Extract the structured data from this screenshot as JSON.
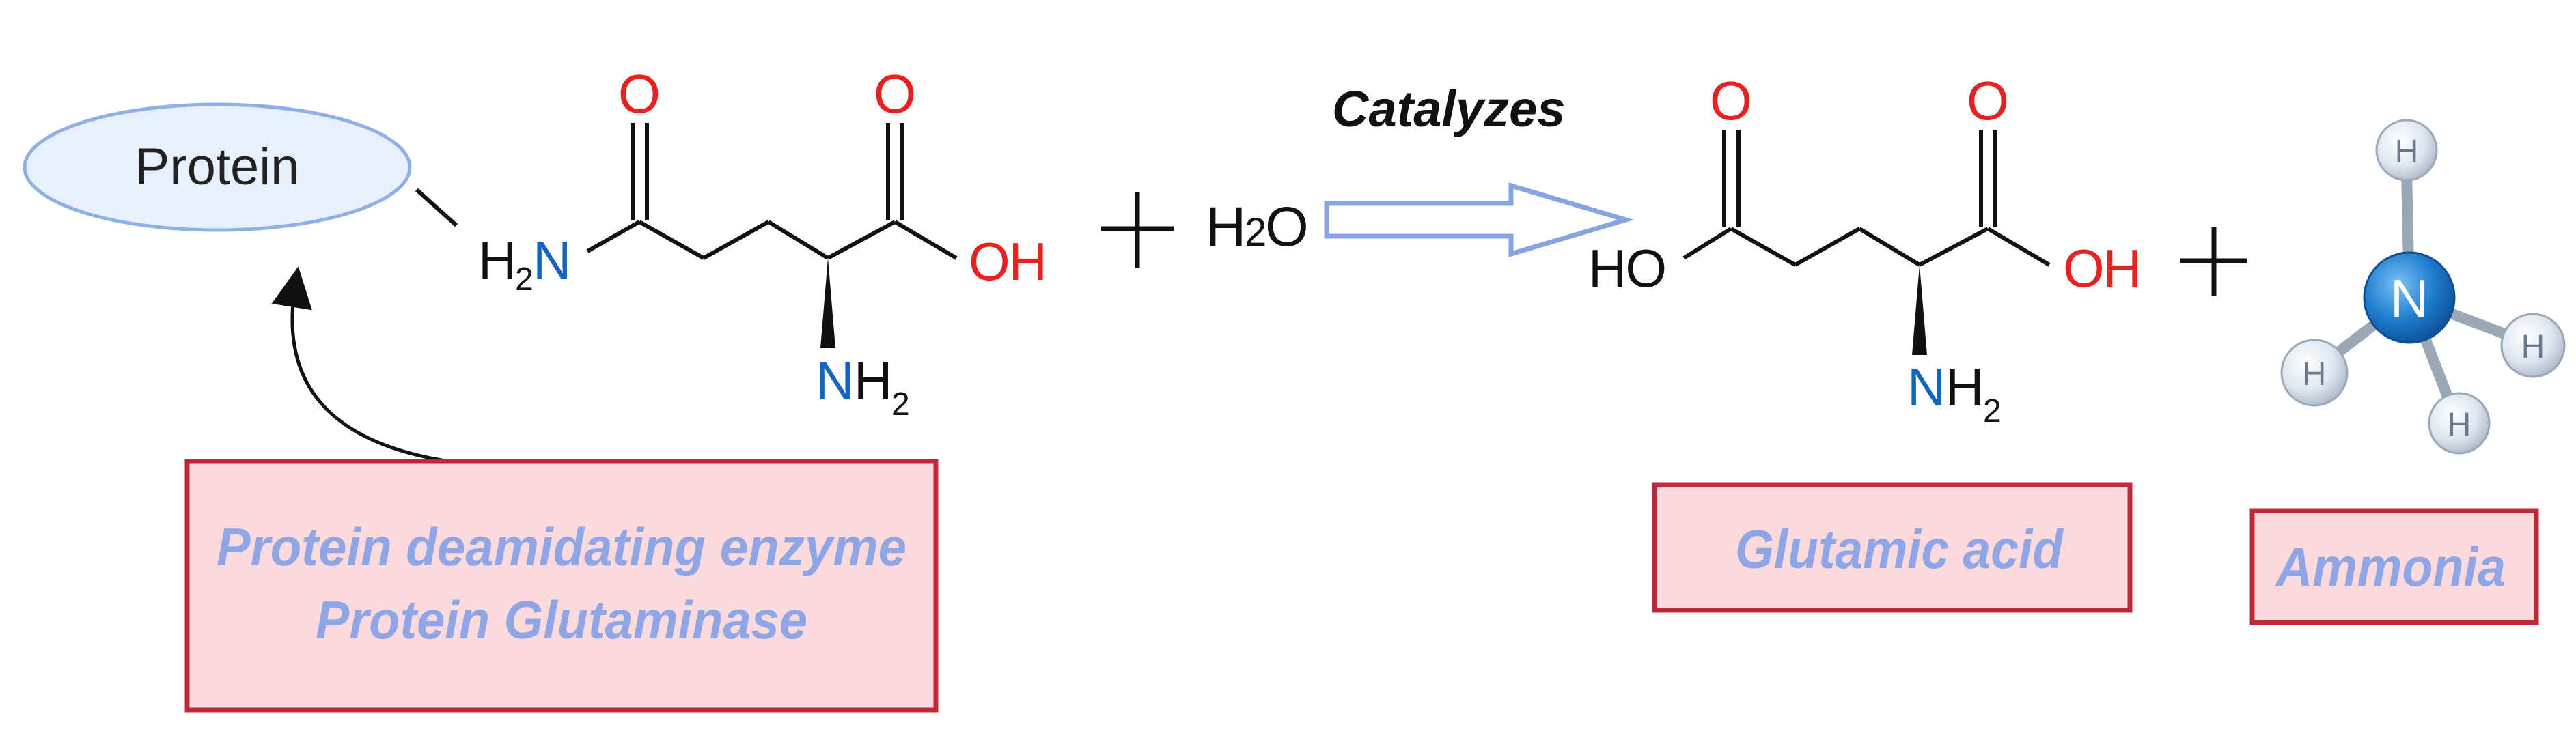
{
  "protein_node": {
    "label": "Protein"
  },
  "enzyme_box": {
    "line1": "Protein deamidating enzyme",
    "line2": "Protein Glutaminase"
  },
  "catalyzes_label": "Catalyzes",
  "glutamine": {
    "o1": "O",
    "o2": "O",
    "oh": "OH",
    "h2n_h": "H",
    "h2n_2": "2",
    "h2n_n": "N",
    "nh2_n": "N",
    "nh2_h": "H",
    "nh2_2": "2"
  },
  "plus_sign": "+",
  "water": {
    "h": "H",
    "sub": "2",
    "o": "O"
  },
  "glutamic_acid": {
    "o1": "O",
    "o2": "O",
    "ho": "HO",
    "oh": "OH",
    "nh2_n": "N",
    "nh2_h": "H",
    "nh2_2": "2",
    "label": "Glutamic acid"
  },
  "ammonia": {
    "center": "N",
    "h_atoms": [
      "H",
      "H",
      "H",
      "H"
    ],
    "label": "Ammonia"
  },
  "colors": {
    "oxygen": "#e8201f",
    "nitrogen": "#1565c0",
    "label_text": "#8fa6e6",
    "box_fill": "#fadadd",
    "box_border": "#c0283a",
    "ellipse_fill": "#e8f0fb",
    "ellipse_border": "#8fb0e6",
    "arrow_border": "#86a4e0",
    "atom_n": "#1f7fd0",
    "atom_h": "#dde6ef"
  }
}
